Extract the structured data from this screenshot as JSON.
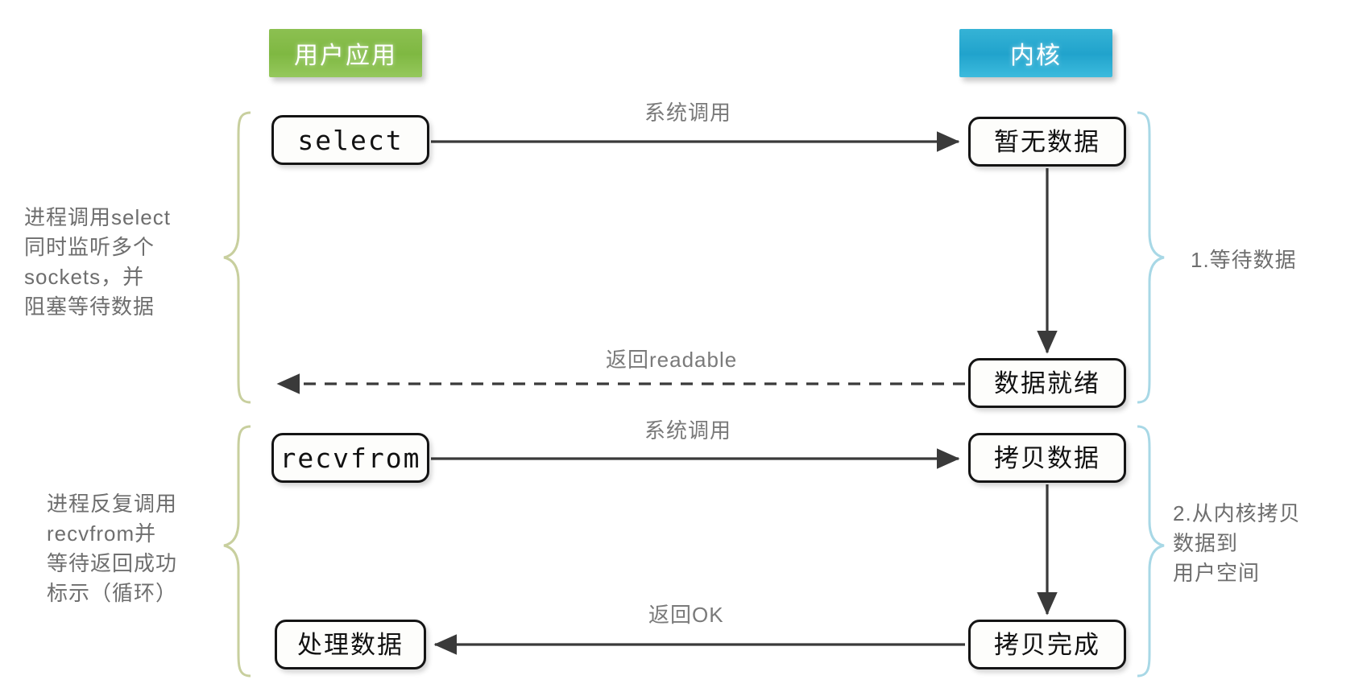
{
  "diagram": {
    "title": "IO multiplexing select flow",
    "columns": {
      "user": {
        "label": "用户应用",
        "color": "#7fb842"
      },
      "kernel": {
        "label": "内核",
        "color": "#21a3cc"
      }
    },
    "nodes": {
      "select": "select",
      "recvfrom": "recvfrom",
      "process_data": "处理数据",
      "no_data": "暂无数据",
      "data_ready": "数据就绪",
      "copying_data": "拷贝数据",
      "copy_done": "拷贝完成"
    },
    "edge_labels": {
      "syscall_1": "系统调用",
      "return_readable": "返回readable",
      "syscall_2": "系统调用",
      "return_ok": "返回OK"
    },
    "left_notes": {
      "phase1": "进程调用select\n同时监听多个\nsockets，并\n阻塞等待数据",
      "phase2": "进程反复调用\nrecvfrom并\n等待返回成功\n标示（循环）"
    },
    "right_notes": {
      "phase1": "1.等待数据",
      "phase2": "2.从内核拷贝\n  数据到\n  用户空间"
    },
    "colors": {
      "node_border": "#141414",
      "note_text": "#6e6e6e",
      "brace_left": "#c8cf9e",
      "brace_right": "#a8d8e6",
      "arrow": "#444444",
      "background": "#ffffff"
    }
  }
}
